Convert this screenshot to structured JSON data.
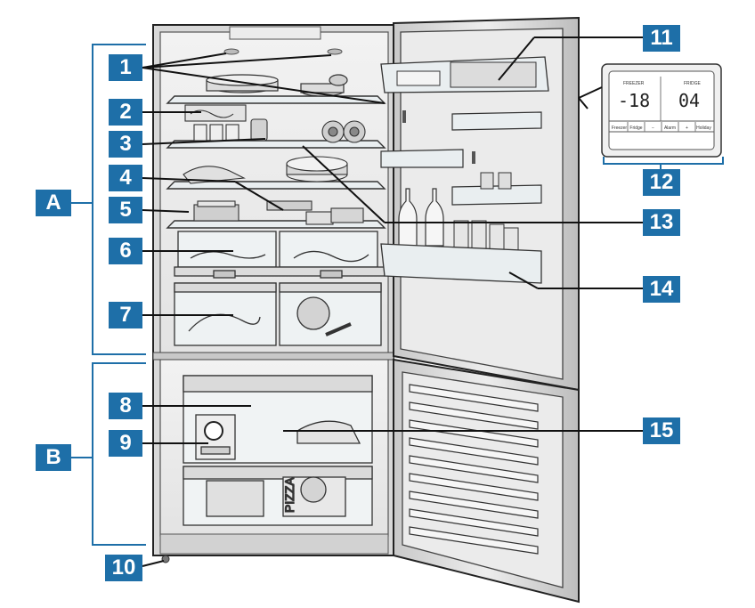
{
  "callouts": {
    "c1": "1",
    "c2": "2",
    "c3": "3",
    "c4": "4",
    "c5": "5",
    "c6": "6",
    "c7": "7",
    "c8": "8",
    "c9": "9",
    "c10": "10",
    "c11": "11",
    "c12": "12",
    "c13": "13",
    "c14": "14",
    "c15": "15"
  },
  "sections": {
    "a": "A",
    "b": "B"
  },
  "display": {
    "freezer_value": "-18",
    "fridge_value": "04",
    "freezer_label": "FREEZER",
    "fridge_label": "FRIDGE",
    "buttons": [
      "Freezer",
      "Fridge",
      "−",
      "Alarm",
      "+",
      "Holiday"
    ]
  },
  "decor": {
    "pizza_box_text": "PIZZA"
  },
  "colors": {
    "callout": "#1e6fa8",
    "line": "#111111",
    "background": "#ffffff"
  }
}
